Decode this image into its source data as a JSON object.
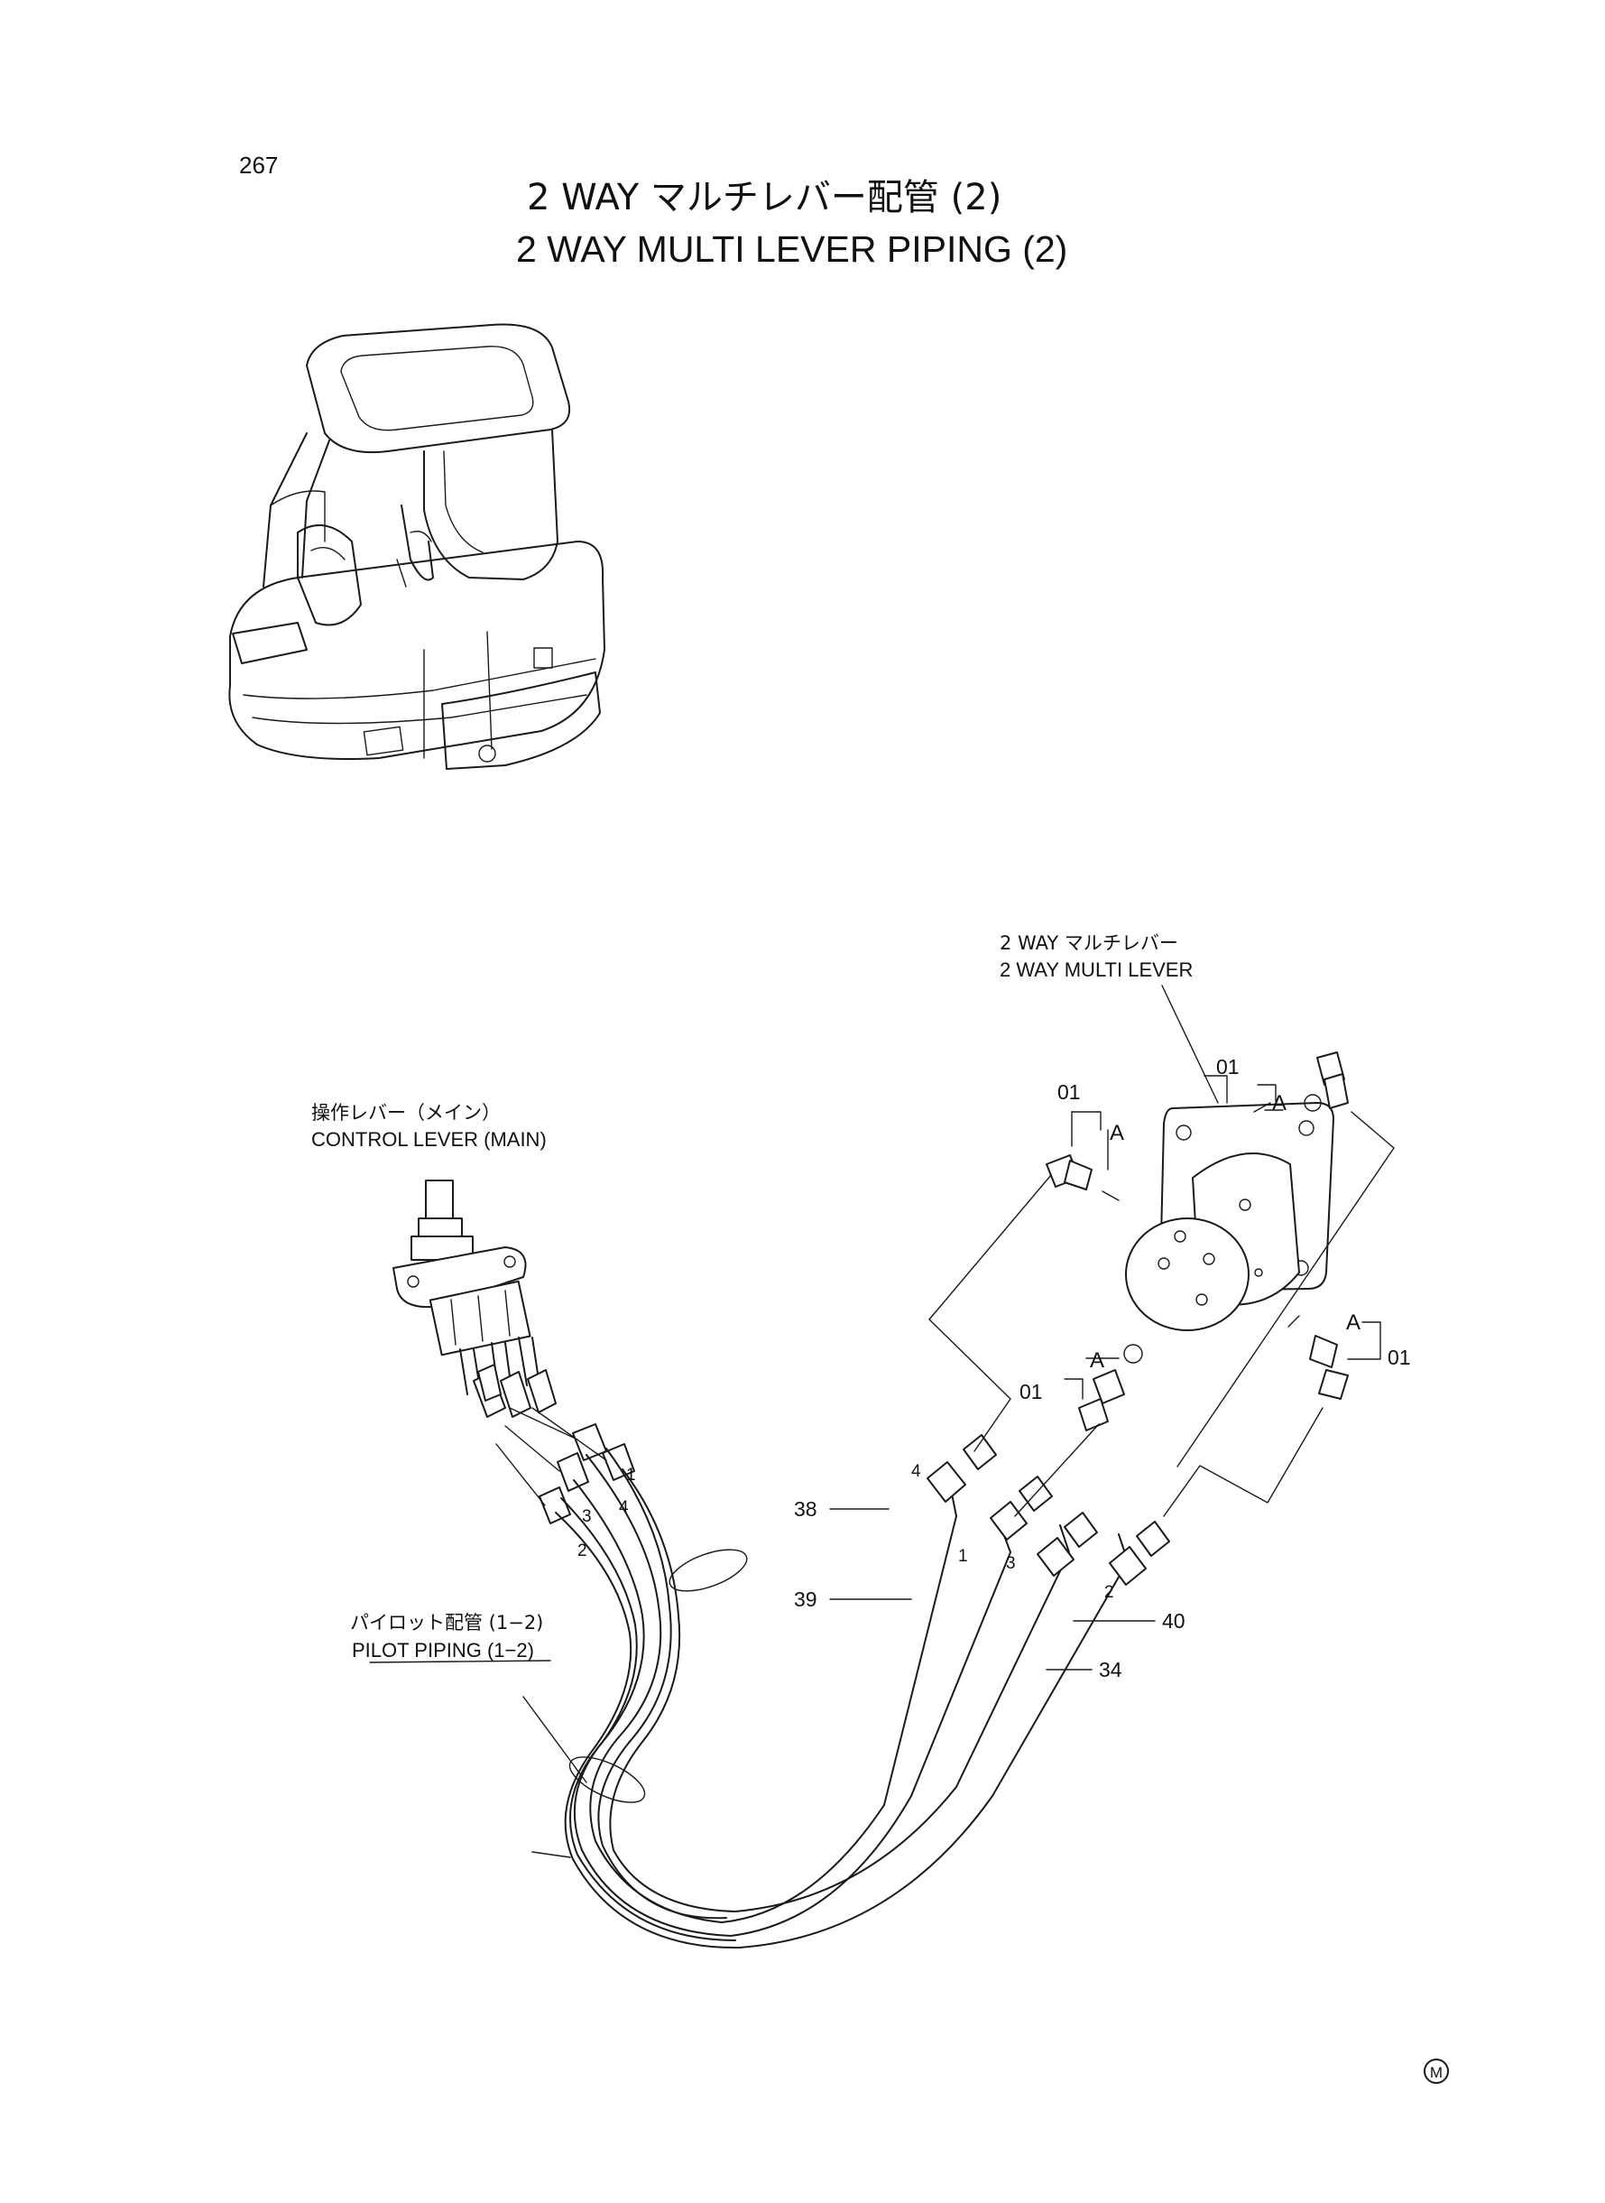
{
  "page_number": "267",
  "title": {
    "jp": "2 WAY マルチレバー配管  (2)",
    "en": "2 WAY  MULTI  LEVER  PIPING  (2)"
  },
  "labels": {
    "multi_lever_jp": "2 WAY マルチレバー",
    "multi_lever_en": "2 WAY  MULTI  LEVER",
    "control_lever_jp": "操作レバー（メイン）",
    "control_lever_en": "CONTROL  LEVER  (MAIN)",
    "pilot_piping_jp": "パイロット配管  (1−2)",
    "pilot_piping_en": "PILOT  PIPING  (1−2)"
  },
  "part_numbers": {
    "p01_top": "01",
    "p01_left": "01",
    "p01_mid": "01",
    "p01_right": "01",
    "p38": "38",
    "p39": "39",
    "p40": "40",
    "p34": "34"
  },
  "detail_marks": {
    "a_top": "A",
    "a_left": "A",
    "a_mid": "A",
    "a_right": "A"
  },
  "port_numbers": {
    "lever_1": "1",
    "lever_4": "4",
    "lever_3": "3",
    "lever_2": "2",
    "hose_4": "4",
    "hose_1": "1",
    "hose_3": "3",
    "hose_2": "2"
  },
  "symbol": "M"
}
